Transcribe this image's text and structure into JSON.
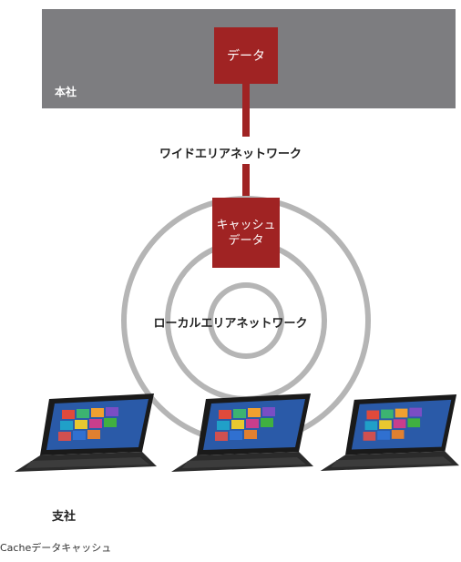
{
  "head_office": {
    "label": "本社"
  },
  "data_box": {
    "label": "データ"
  },
  "wan": {
    "label": "ワイドエリアネットワーク"
  },
  "cache_box": {
    "line1": "キャッシュ",
    "line2": "データ"
  },
  "lan": {
    "label": "ローカルエリアネットワーク"
  },
  "branch": {
    "label": "支社"
  },
  "caption": "Cacheデータキャッシュ",
  "colors": {
    "accent": "#a02323",
    "hq_bg": "#7d7d80",
    "ring": "#b5b5b5"
  },
  "laptops": [
    {
      "icon": "laptop-icon"
    },
    {
      "icon": "laptop-icon"
    },
    {
      "icon": "laptop-icon"
    }
  ]
}
